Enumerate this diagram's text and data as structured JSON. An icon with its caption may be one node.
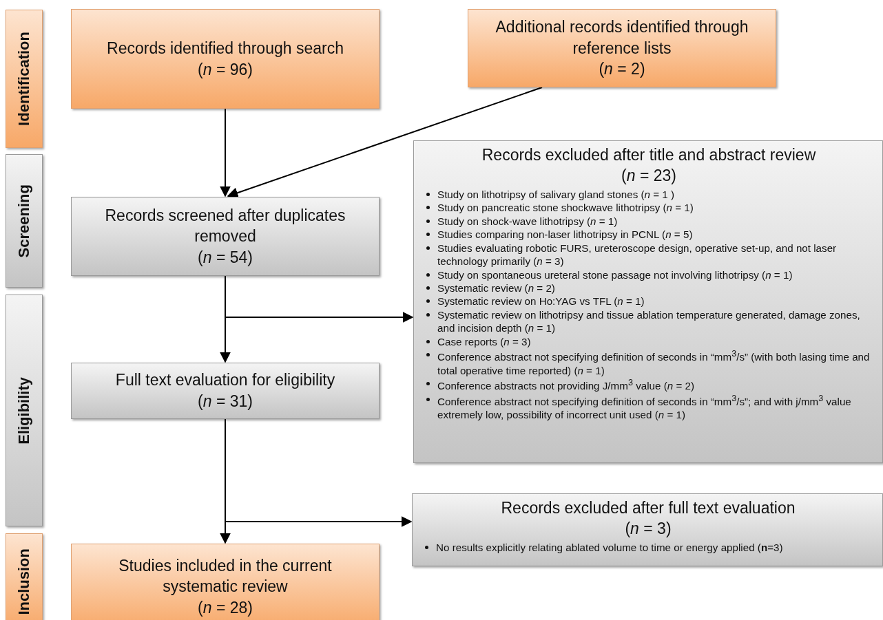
{
  "diagram": {
    "nodes": [
      {
        "text": [
          "Identification"
        ]
      },
      {
        "text": [
          "Records identified through search",
          "(*n* = 96)"
        ]
      },
      {
        "text": [
          "Additional records identified through reference lists",
          "(*n* = 2)"
        ]
      },
      {
        "text": [
          "Screening"
        ]
      },
      {
        "text": [
          "Records screened after duplicates removed",
          "(*n* = 54)"
        ]
      },
      {
        "text": [
          "Records excluded after title and abstract review",
          "(*n* = 23)",
          "Study on lithotripsy of salivary gland stones (*n* = 1 )",
          "Study on pancreatic stone shockwave lithotripsy (*n* = 1)",
          "Study on shock-wave lithotripsy (*n* = 1)",
          "Studies comparing non-laser lithotripsy in PCNL (*n* = 5)",
          "Studies evaluating robotic FURS, ureteroscope design, operative set-up, and not laser technology primarily (*n* = 3)",
          "Study on spontaneous ureteral stone passage not involving lithotripsy (*n* = 1)",
          "Systematic review (*n* = 2)",
          "Systematic review on Ho:YAG vs TFL (*n* = 1)",
          "Systematic review on lithotripsy and tissue ablation temperature generated, damage zones, and incision depth (*n* = 1)",
          "Case reports (*n* = 3)",
          "Conference abstract not specifying definition of seconds in “mm$^{3}$/s” (with both lasing time and total operative time reported) (*n* = 1)",
          "Conference abstracts not providing J/mm$^{3}$ value (*n* = 2)",
          "Conference abstract not specifying definition of seconds in “mm$^{3}$/s”; and with j/mm$^{3}$ value extremely low, possibility of incorrect unit used (*n* = 1)"
        ]
      },
      {
        "text": [
          "Eligibility"
        ]
      },
      {
        "text": [
          "Full text evaluation for eligibility",
          "(*n* = 31)"
        ]
      },
      {
        "text": [
          "Records excluded after full text evaluation",
          "(*n* = 3)",
          "No results explicitly relating ablated volume to time or energy applied (**n**=3)"
        ]
      },
      {
        "text": [
          "Inclusion"
        ]
      },
      {
        "text": [
          "Studies included in the current systematic review",
          "(*n* = 28)"
        ]
      }
    ],
    "edges": [
      {
        "from": 1,
        "to": 4,
        "arrow": "to"
      },
      {
        "from": 2,
        "to": 4,
        "arrow": "to"
      },
      {
        "from": 4,
        "to": 7,
        "arrow": "to"
      },
      {
        "from": 4,
        "to": 5,
        "arrow": "to"
      },
      {
        "from": 7,
        "to": 10,
        "arrow": "to"
      },
      {
        "from": 7,
        "to": 8,
        "arrow": "to"
      }
    ]
  }
}
